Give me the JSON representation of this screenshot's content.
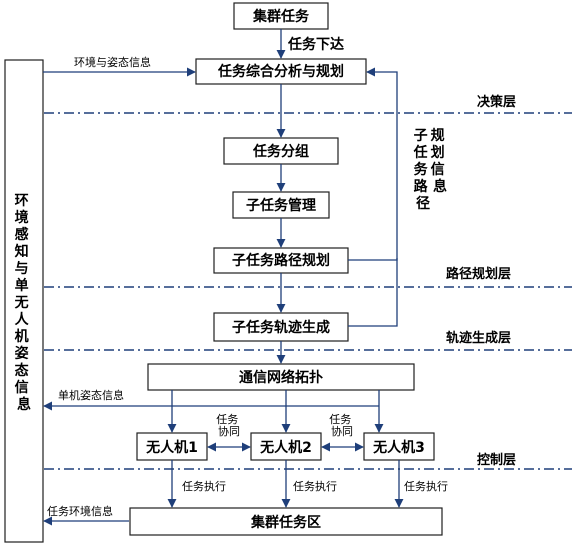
{
  "boxes": {
    "cluster_task": "集群任务",
    "analysis": "任务综合分析与规划",
    "grouping": "任务分组",
    "subtask_mgmt": "子任务管理",
    "path_plan": "子任务路径规划",
    "trajectory": "子任务轨迹生成",
    "network": "通信网络拓扑",
    "uav1": "无人机1",
    "uav2": "无人机2",
    "uav3": "无人机3",
    "area": "集群任务区",
    "side": "环境感知与单无人机姿态信息"
  },
  "labels": {
    "dispatch": "任务下达",
    "env_attitude": "环境与姿态信息",
    "subpath_info": "子任务路径规划信息",
    "single_attitude": "单机姿态信息",
    "coop_a": "任务协同",
    "coop_b": "任务协同",
    "exec1": "任务执行",
    "exec2": "任务执行",
    "exec3": "任务执行",
    "env_info": "任务环境信息"
  },
  "layers": {
    "decision": "决策层",
    "path": "路径规划层",
    "trajectory": "轨迹生成层",
    "control": "控制层"
  }
}
